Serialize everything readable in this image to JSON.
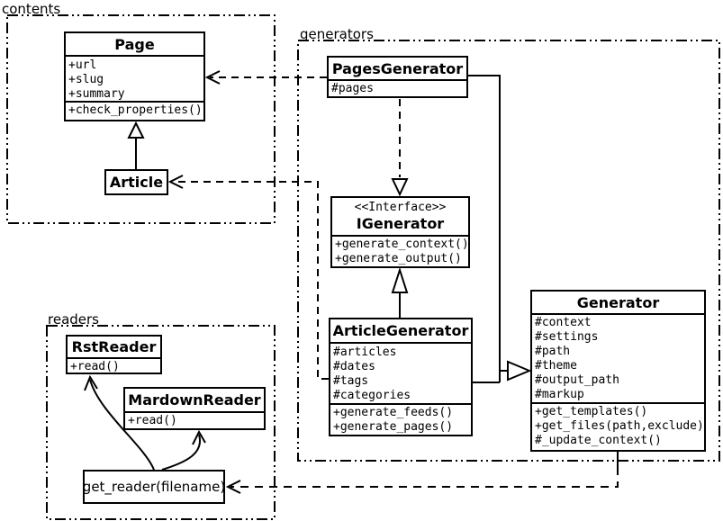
{
  "colors": {
    "stroke": "#000000",
    "background": "#ffffff"
  },
  "packages": {
    "contents": {
      "label": "contents"
    },
    "generators": {
      "label": "generators"
    },
    "readers": {
      "label": "readers"
    }
  },
  "classes": {
    "page": {
      "name": "Page",
      "attributes": [
        "+url",
        "+slug",
        "+summary"
      ],
      "methods": [
        "+check_properties()"
      ]
    },
    "article": {
      "name": "Article"
    },
    "pages_generator": {
      "name": "PagesGenerator",
      "attributes": [
        "#pages"
      ]
    },
    "igenerator": {
      "stereotype": "<<Interface>>",
      "name": "IGenerator",
      "methods": [
        "+generate_context()",
        "+generate_output()"
      ]
    },
    "article_generator": {
      "name": "ArticleGenerator",
      "attributes": [
        "#articles",
        "#dates",
        "#tags",
        "#categories"
      ],
      "methods": [
        "+generate_feeds()",
        "+generate_pages()"
      ]
    },
    "generator": {
      "name": "Generator",
      "attributes": [
        "#context",
        "#settings",
        "#path",
        "#theme",
        "#output_path",
        "#markup"
      ],
      "methods": [
        "+get_templates()",
        "+get_files(path,exclude)",
        "#_update_context()"
      ]
    },
    "rst_reader": {
      "name": "RstReader",
      "methods": [
        "+read()"
      ]
    },
    "mardown_reader": {
      "name": "MardownReader",
      "methods": [
        "+read()"
      ]
    },
    "get_reader": {
      "label": "get_reader(filename)"
    }
  },
  "relationships": [
    {
      "from": "Article",
      "to": "Page",
      "type": "inheritance"
    },
    {
      "from": "PagesGenerator",
      "to": "IGenerator",
      "type": "realization"
    },
    {
      "from": "ArticleGenerator",
      "to": "IGenerator",
      "type": "inheritance"
    },
    {
      "from": "PagesGenerator",
      "to": "Generator",
      "type": "inheritance"
    },
    {
      "from": "ArticleGenerator",
      "to": "Generator",
      "type": "inheritance"
    },
    {
      "from": "PagesGenerator",
      "to": "Page",
      "type": "dependency"
    },
    {
      "from": "ArticleGenerator",
      "to": "Article",
      "type": "dependency"
    },
    {
      "from": "Generator",
      "to": "get_reader",
      "type": "dependency"
    },
    {
      "from": "get_reader",
      "to": "RstReader",
      "type": "arrow"
    },
    {
      "from": "get_reader",
      "to": "MardownReader",
      "type": "arrow"
    }
  ]
}
